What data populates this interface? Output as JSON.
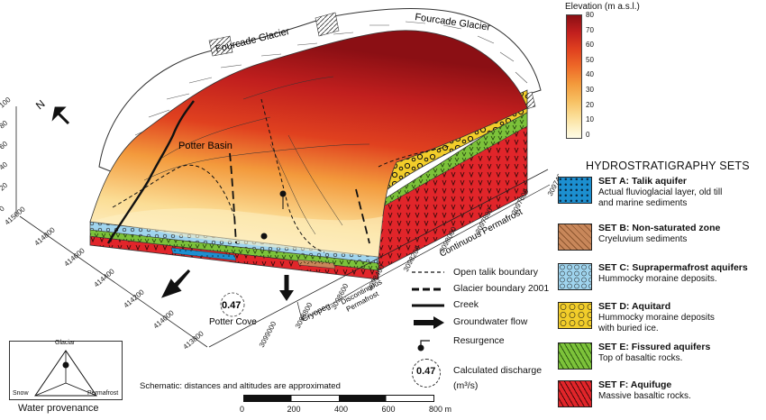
{
  "elevation_legend": {
    "title": "Elevation  (m a.s.l.)",
    "ticks": [
      "80",
      "70",
      "60",
      "50",
      "40",
      "30",
      "20",
      "10",
      "0"
    ],
    "colors": [
      "#8b0f14",
      "#c11f1e",
      "#e0411f",
      "#ee6a28",
      "#f39a3c",
      "#f7c062",
      "#fbdd95",
      "#fdf0c4",
      "#fffbe6"
    ]
  },
  "hydro": {
    "heading": "HYDROSTRATIGRAPHY SETS",
    "sets": [
      {
        "title": "SET A: Talik aquifer",
        "desc": [
          "Actual fluvioglacial layer, old till",
          "and marine sediments"
        ],
        "color": "#1c8fd0"
      },
      {
        "title": "SET B: Non-saturated zone",
        "desc": [
          "Cryeluvium sediments"
        ],
        "color": "#c8875a"
      },
      {
        "title": "SET C: Suprapermafrost aquifers",
        "desc": [
          "Hummocky moraine deposits."
        ],
        "color": "#9fd4ee"
      },
      {
        "title": "SET D: Aquitard",
        "desc": [
          "Hummocky moraine deposits",
          "with buried ice."
        ],
        "color": "#f2cd2a"
      },
      {
        "title": "SET E: Fissured aquifers",
        "desc": [
          "Top of basaltic rocks."
        ],
        "color": "#7cc23a"
      },
      {
        "title": "SET F: Aquifuge",
        "desc": [
          "Massive basaltic rocks."
        ],
        "color": "#e1252a"
      }
    ]
  },
  "symbols": [
    {
      "label": "Open talik boundary",
      "icon": "dashed-line-icon"
    },
    {
      "label": "Glacier boundary 2001",
      "icon": "thick-dashed-line-icon"
    },
    {
      "label": "Creek",
      "icon": "thick-line-icon"
    },
    {
      "label": "Groundwater flow",
      "icon": "arrow-icon"
    },
    {
      "label": "Resurgence",
      "icon": "resurgence-icon"
    },
    {
      "label": "Calculated discharge",
      "icon": "discharge-circle-icon"
    }
  ],
  "discharge": {
    "value": "0.47",
    "unit": "(m³/s)"
  },
  "map_labels": {
    "glacier_left": "Fourcade Glacier",
    "glacier_right": "Fourcade Glacier",
    "basin": "Potter Basin",
    "cove": "Potter Cove",
    "cove_discharge": "0.47",
    "north": "N",
    "zone_cryopeg": "Cryopeg",
    "zone_discontinuous_1": "Discontinuous",
    "zone_discontinuous_2": "Permafrost",
    "zone_continuous": "Continuous Permafrost"
  },
  "axes": {
    "vertical_ticks": [
      "100",
      "80",
      "60",
      "40",
      "20",
      "0"
    ],
    "northing_ticks": [
      "415000",
      "414800",
      "414600",
      "414400",
      "414200",
      "414000",
      "413800"
    ],
    "easting_ticks": [
      "3099000",
      "3098800",
      "3098600",
      "3098400",
      "3098200",
      "3098000",
      "3097800",
      "3097600",
      "3097400"
    ]
  },
  "scale": {
    "note": "Schematic: distances and altitudes are approximated",
    "ticks": [
      "0",
      "200",
      "400",
      "600",
      "800 m"
    ]
  },
  "provenance": {
    "title": "Water provenance",
    "top": "Glaciar",
    "left": "Snow",
    "right": "Permafrost"
  }
}
